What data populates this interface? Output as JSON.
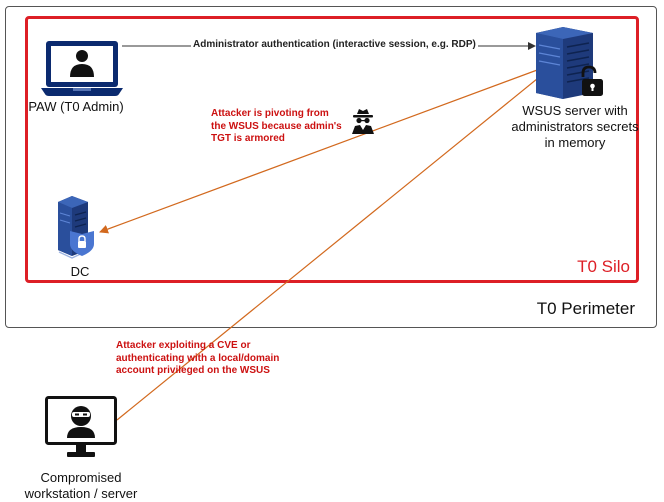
{
  "perimeter": {
    "label": "T0 Perimeter"
  },
  "silo": {
    "label": "T0 Silo"
  },
  "nodes": {
    "paw": {
      "label": "PAW (T0 Admin)",
      "icon": "admin-laptop-icon"
    },
    "wsus": {
      "label_lines": [
        "WSUS server with",
        "administrators secrets",
        "in memory"
      ],
      "icon": "server-unlocked-icon"
    },
    "dc": {
      "label": "DC",
      "icon": "server-shield-lock-icon"
    },
    "workstation": {
      "label_lines": [
        "Compromised",
        "workstation / server"
      ],
      "icon": "hacker-monitor-icon"
    }
  },
  "edges": {
    "admin_auth": {
      "label": "Administrator authentication (interactive session, e.g. RDP)"
    }
  },
  "notes": {
    "pivot": {
      "lines": [
        "Attacker is pivoting from",
        "the WSUS because admin's",
        "TGT is armored"
      ],
      "icon": "spy-icon"
    },
    "exploit": {
      "lines": [
        "Attacker exploiting a CVE or",
        "authenticating with a local/domain",
        "account privileged on the WSUS"
      ]
    }
  },
  "colors": {
    "silo_border": "#dd1f26",
    "attack_line": "#d2691e",
    "note_text": "#cc1111",
    "server_blue": "#1e3a7b"
  }
}
